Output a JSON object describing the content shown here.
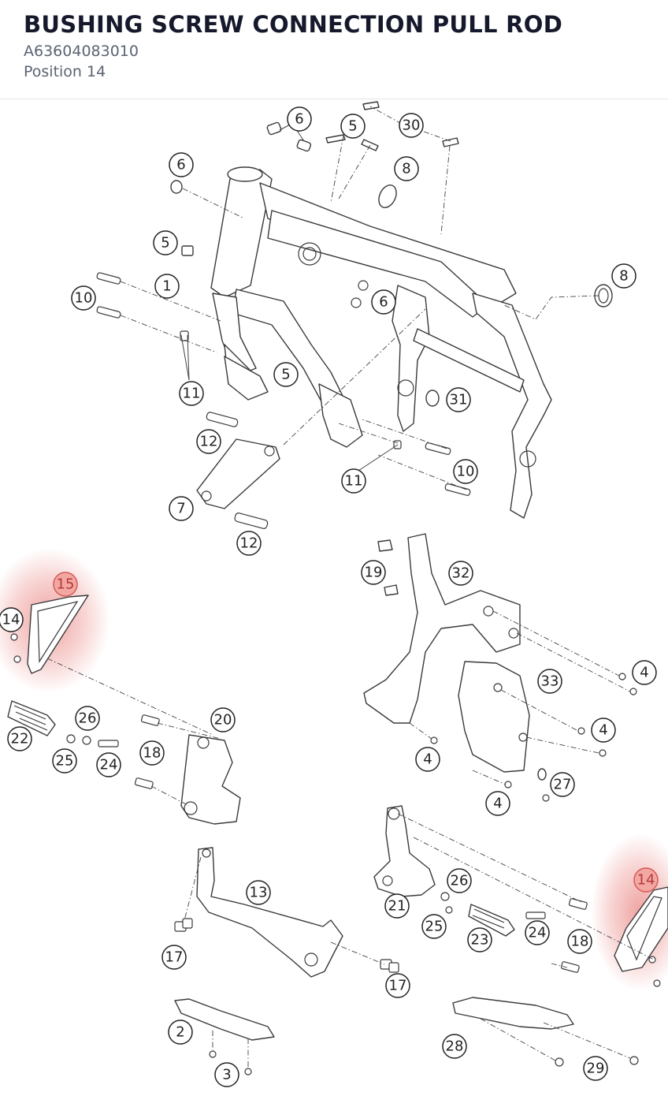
{
  "header": {
    "title": "BUSHING SCREW CONNECTION PULL ROD",
    "part_number": "A63604083010",
    "position": "Position 14"
  },
  "diagram": {
    "highlight_color": "#e25a55",
    "highlighted_position": "14",
    "callouts": {
      "c6a": "6",
      "c5a": "5",
      "c30": "30",
      "c6b": "6",
      "c8a": "8",
      "c5b": "5",
      "c1": "1",
      "c10a": "10",
      "c6c": "6",
      "c8b": "8",
      "c5c": "5",
      "c11a": "11",
      "c31": "31",
      "c12a": "12",
      "c10b": "10",
      "c11b": "11",
      "c7": "7",
      "c12b": "12",
      "c15": "15",
      "c14a": "14",
      "c19": "19",
      "c32": "32",
      "c4a": "4",
      "c33": "33",
      "c22": "22",
      "c26a": "26",
      "c20": "20",
      "c4b": "4",
      "c25a": "25",
      "c24a": "24",
      "c18a": "18",
      "c4c": "4",
      "c27": "27",
      "c4d": "4",
      "c14b": "14",
      "c13": "13",
      "c26b": "26",
      "c21": "21",
      "c25b": "25",
      "c24b": "24",
      "c23": "23",
      "c18b": "18",
      "c17a": "17",
      "c17b": "17",
      "c2": "2",
      "c28": "28",
      "c3": "3",
      "c29": "29"
    }
  }
}
